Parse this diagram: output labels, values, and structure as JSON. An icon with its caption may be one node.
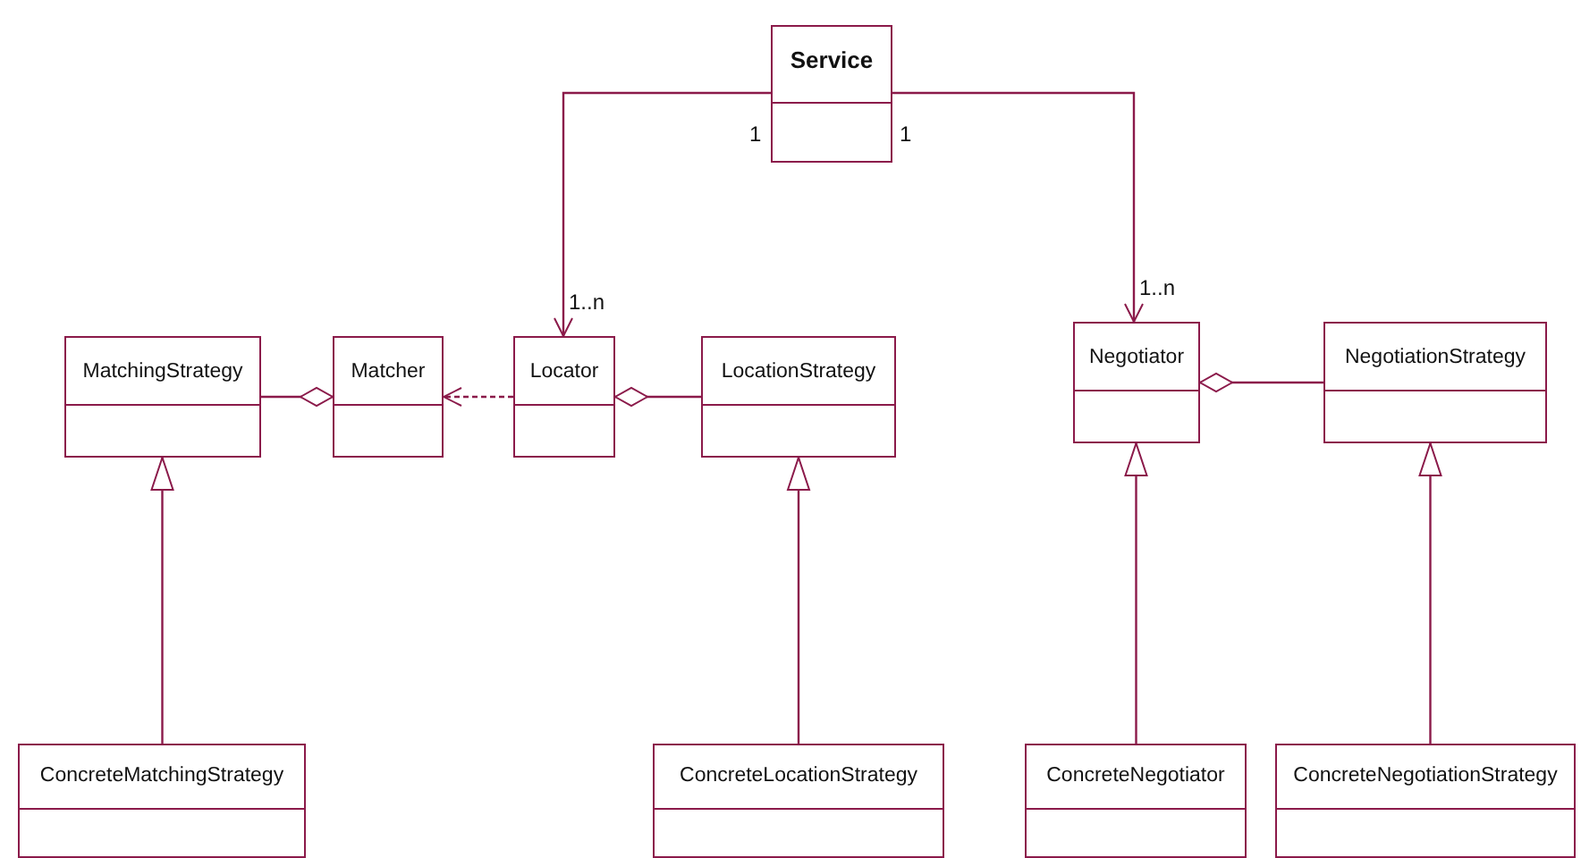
{
  "diagram": {
    "nodes": [
      {
        "text": [
          "Service"
        ]
      },
      {
        "text": [
          "MatchingStrategy"
        ]
      },
      {
        "text": [
          "Matcher"
        ]
      },
      {
        "text": [
          "Locator"
        ]
      },
      {
        "text": [
          "LocationStrategy"
        ]
      },
      {
        "text": [
          "Negotiator"
        ]
      },
      {
        "text": [
          "NegotiationStrategy"
        ]
      },
      {
        "text": [
          "ConcreteMatchingStrategy"
        ]
      },
      {
        "text": [
          "ConcreteLocationStrategy"
        ]
      },
      {
        "text": [
          "ConcreteNegotiator"
        ]
      },
      {
        "text": [
          "ConcreteNegotiationStrategy"
        ]
      }
    ],
    "edges": [
      {
        "from": 0,
        "to": 3,
        "arrow": "to"
      },
      {
        "from": 0,
        "to": 5,
        "arrow": "to"
      },
      {
        "from": 2,
        "to": 1,
        "arrow": "other"
      },
      {
        "from": 3,
        "to": 2,
        "arrow": "to",
        "style": "dashed"
      },
      {
        "from": 3,
        "to": 4,
        "arrow": "other"
      },
      {
        "from": 5,
        "to": 6,
        "arrow": "other"
      },
      {
        "from": 7,
        "to": 1,
        "arrow": "to"
      },
      {
        "from": 8,
        "to": 4,
        "arrow": "to"
      },
      {
        "from": 9,
        "to": 5,
        "arrow": "to"
      },
      {
        "from": 10,
        "to": 6,
        "arrow": "to"
      }
    ],
    "labels": [
      "1",
      "1",
      "1..n",
      "1..n"
    ]
  }
}
